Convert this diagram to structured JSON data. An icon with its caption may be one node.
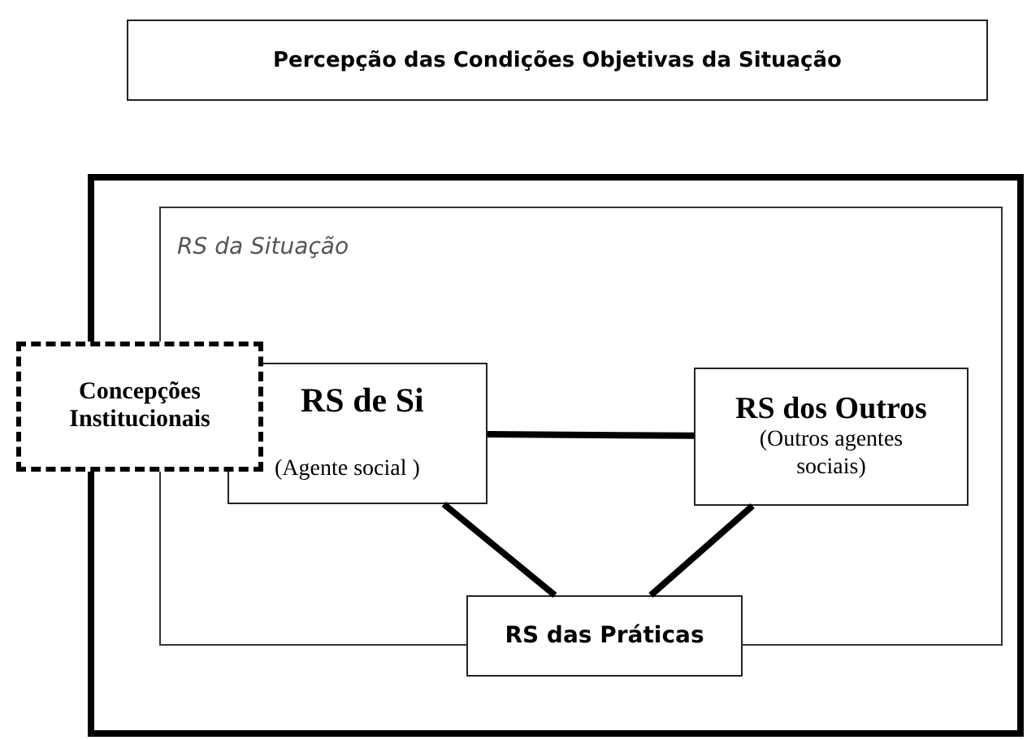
{
  "diagram": {
    "nodes": [
      {
        "text": [
          "Percepção das Condições Objetivas da Situação"
        ]
      },
      {
        "text": [],
        "shape": "box"
      },
      {
        "text": [
          "RS da Situação"
        ],
        "in": 1
      },
      {
        "text": [
          "Concepções Institucionais"
        ]
      },
      {
        "text": [
          "RS  de Si",
          "(Agente social )"
        ],
        "in": 2
      },
      {
        "text": [
          "RS dos Outros",
          "(Outros agentes sociais)"
        ],
        "in": 2
      },
      {
        "text": [
          "RS das Práticas"
        ],
        "in": 1
      }
    ],
    "edges": [
      {
        "from": 4,
        "to": 5,
        "arrow": "none"
      },
      {
        "from": 4,
        "to": 6,
        "arrow": "none"
      },
      {
        "from": 5,
        "to": 6,
        "arrow": "none"
      }
    ]
  }
}
